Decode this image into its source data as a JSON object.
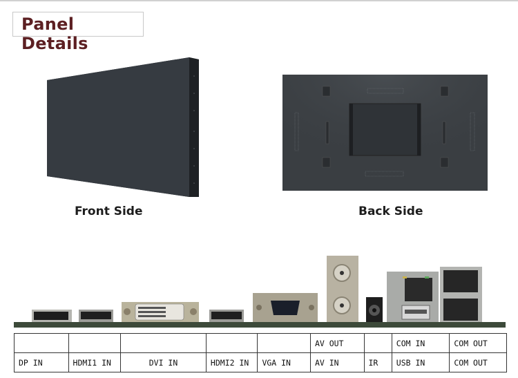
{
  "header": {
    "title": "Panel Details"
  },
  "images": {
    "front": {
      "caption": "Front Side",
      "color": "#363b41"
    },
    "back": {
      "caption": "Back Side",
      "color": "#3a3e42"
    }
  },
  "io_board": {
    "connectors": [
      "DisplayPort",
      "HDMI",
      "DVI",
      "HDMI",
      "VGA",
      "BNC x2",
      "IR jack",
      "RJ45 + USB",
      "RJ45 x2"
    ]
  },
  "port_table": {
    "rows": [
      [
        "",
        "",
        "",
        "",
        "",
        "AV OUT",
        "",
        "COM IN",
        "COM OUT"
      ],
      [
        "DP IN",
        "HDMI1 IN",
        "DVI IN",
        "HDMI2 IN",
        "VGA IN",
        "AV IN",
        "IR",
        "USB IN",
        "COM OUT"
      ]
    ]
  }
}
